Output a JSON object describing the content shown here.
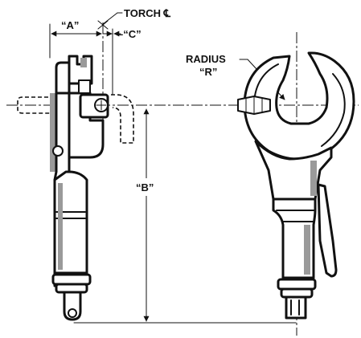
{
  "labels": {
    "a": "“A”",
    "c": "–“C”",
    "torch_cl": "TORCH ℄",
    "radius": "RADIUS",
    "r": "“R”",
    "b": "“B”"
  },
  "colors": {
    "ink": "#111111",
    "shade": "#9a9a9a",
    "background": "#ffffff"
  }
}
